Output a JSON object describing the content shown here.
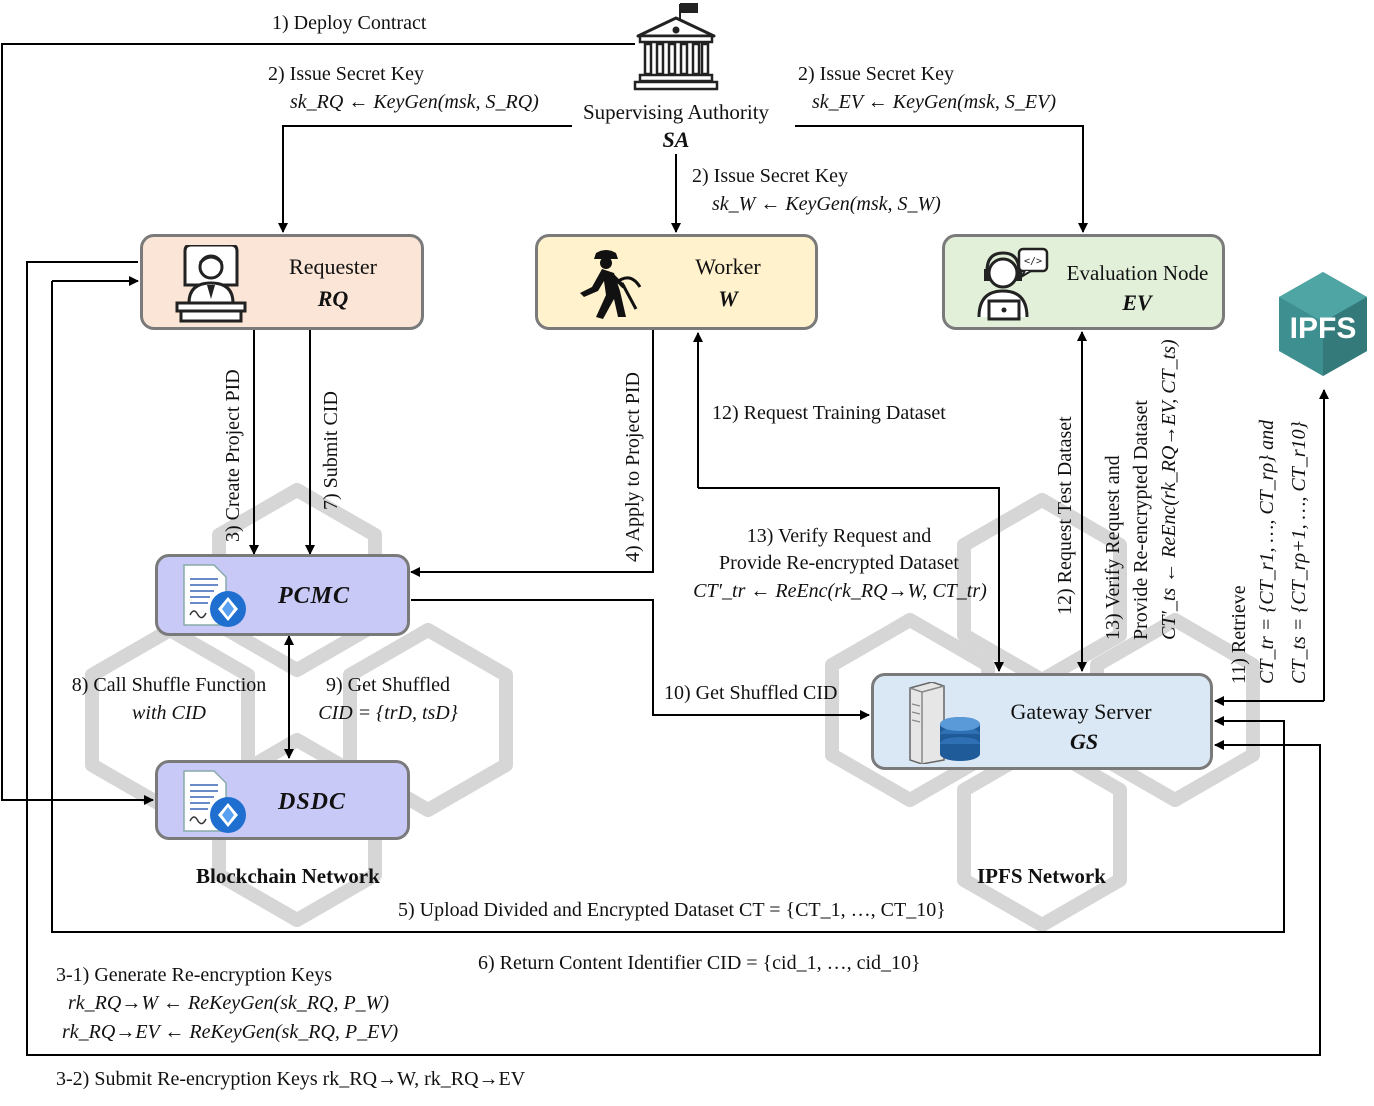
{
  "nodes": {
    "sa": {
      "name": "Supervising Authority",
      "abbr": "SA"
    },
    "rq": {
      "name": "Requester",
      "abbr": "RQ"
    },
    "w": {
      "name": "Worker",
      "abbr": "W"
    },
    "ev": {
      "name": "Evaluation Node",
      "abbr": "EV"
    },
    "pcmc": {
      "abbr": "PCMC"
    },
    "dsdc": {
      "abbr": "DSDC"
    },
    "gs": {
      "name": "Gateway Server",
      "abbr": "GS"
    },
    "ipfs_logo": {
      "text": "IPFS"
    }
  },
  "networks": {
    "blockchain": "Blockchain Network",
    "ipfs": "IPFS Network"
  },
  "steps": {
    "s1": "1) Deploy Contract",
    "s2_rq_title": "2) Issue Secret Key",
    "s2_rq_formula": "sk_RQ ← KeyGen(msk, S_RQ)",
    "s2_ev_title": "2) Issue Secret Key",
    "s2_ev_formula": "sk_EV ← KeyGen(msk, S_EV)",
    "s2_w_title": "2) Issue Secret Key",
    "s2_w_formula": "sk_W ← KeyGen(msk, S_W)",
    "s3": "3) Create Project PID",
    "s7": "7) Submit CID",
    "s4": "4) Apply to Project PID",
    "s12_train": "12) Request Training Dataset",
    "s13_train_1": "13) Verify Request and",
    "s13_train_2": "Provide Re-encrypted Dataset",
    "s13_train_3": "CT′_tr ← ReEnc(rk_RQ→W, CT_tr)",
    "s8_1": "8) Call Shuffle Function",
    "s8_2": "with CID",
    "s9_1": "9) Get Shuffled",
    "s9_2": "CID = {trD, tsD}",
    "s10": "10) Get Shuffled CID",
    "s12_test": "12) Request Test Dataset",
    "s13_test_1": "13) Verify Request and",
    "s13_test_2": "Provide Re-encrypted Dataset",
    "s13_test_3": "CT′_ts ← ReEnc(rk_RQ→EV, CT_ts)",
    "s11_1": "11) Retrieve",
    "s11_2": "CT_tr = {CT_r1, …, CT_rρ} and",
    "s11_3": "CT_ts = {CT_rρ+1, …, CT_r10}",
    "s5": "5) Upload Divided and Encrypted Dataset CT = {CT_1, …, CT_10}",
    "s6": "6) Return Content Identifier CID = {cid_1, …, cid_10}",
    "s3_1_title": "3-1) Generate Re-encryption Keys",
    "s3_1_f1": "rk_RQ→W ← ReKeyGen(sk_RQ, P_W)",
    "s3_1_f2": "rk_RQ→EV ← ReKeyGen(sk_RQ, P_EV)",
    "s3_2": "3-2) Submit Re-encryption Keys rk_RQ→W, rk_RQ→EV"
  },
  "icons": [
    "bank-icon",
    "businessman-icon",
    "miner-icon",
    "developer-icon",
    "contract-document-icon",
    "server-database-icon",
    "ipfs-logo-icon"
  ],
  "colors": {
    "requester_fill": "#fbe5d6",
    "worker_fill": "#fff2cc",
    "evaluation_fill": "#e2f0d9",
    "contract_fill": "#c9c9f7",
    "gateway_fill": "#dae8f5",
    "node_border": "#7a7a7a",
    "network_bg": "#d4d4d4",
    "ipfs_teal": "#3e8f8f"
  }
}
